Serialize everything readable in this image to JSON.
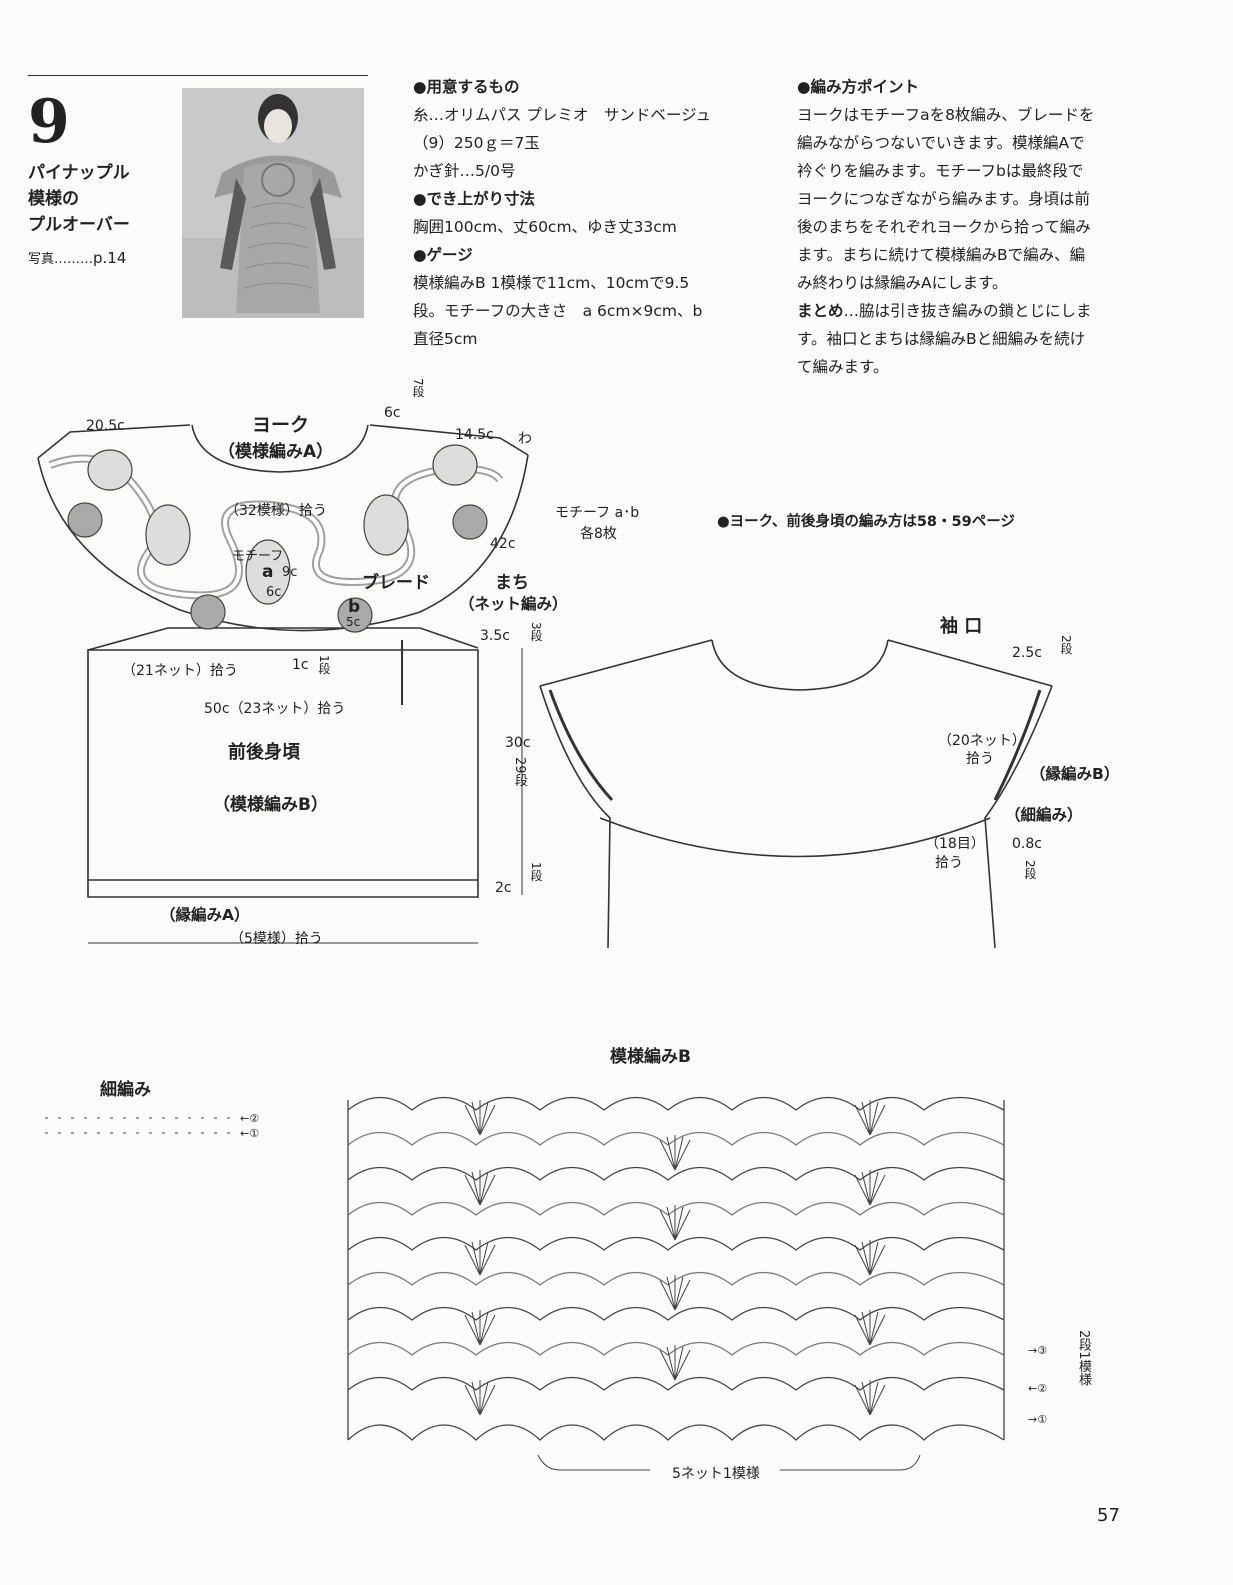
{
  "header": {
    "number": "9",
    "title_lines": [
      "パイナップル",
      "模様の",
      "プルオーバー"
    ],
    "photo_ref_label": "写真………",
    "photo_ref_page": "p.14"
  },
  "materials": {
    "heading": "●用意するもの",
    "yarn": "糸…オリムパス プレミオ　サンドベージュ",
    "yarn_amount": "（9）250ｇ＝7玉",
    "hook": "かぎ針…5/0号",
    "size_heading": "●でき上がり寸法",
    "size": "胸囲100cm、丈60cm、ゆき丈33cm",
    "gauge_heading": "●ゲージ",
    "gauge_1": "模様編みB 1模様で11cm、10cmで9.5",
    "gauge_2": "段。モチーフの大きさ　a 6cm×9cm、b",
    "gauge_3": "直径5cm"
  },
  "points": {
    "heading": "●編み方ポイント",
    "lines": [
      "ヨークはモチーフaを8枚編み、ブレードを",
      "編みながらつないでいきます。模様編Aで",
      "衿ぐりを編みます。モチーフbは最終段で",
      "ヨークにつなぎながら編みます。身頃は前",
      "後のまちをそれぞれヨークから拾って編み",
      "ます。まちに続けて模様編みBで編み、編",
      "み終わりは縁編みAにします。"
    ],
    "finish_label": "まとめ",
    "finish_lines": [
      "…脇は引き抜き編みの鎖とじにしま",
      "す。袖口とまちは縁編みBと細編みを続け",
      "て編みます。"
    ]
  },
  "yoke": {
    "title": "ヨーク",
    "subtitle": "（模様編みA）",
    "m_20_5": "20.5c",
    "m_6": "6c",
    "rows_7": "7段",
    "m_14_5": "14.5c",
    "wa": "わ",
    "pick_32": "（32模様）拾う",
    "m_42": "42c",
    "motif_label": "モチーフ",
    "motif_a": "a",
    "m_9": "9c",
    "m_6b": "6c",
    "braid": "ブレード",
    "motif_b": "b",
    "m_5": "5c",
    "motif_count_1": "モチーフ a･b",
    "motif_count_2": "各8枚",
    "note": "●ヨーク、前後身頃の編み方は58・59ページ"
  },
  "body": {
    "machi": "まち",
    "machi_sub": "（ネット編み）",
    "m_3_5": "3.5c",
    "rows_3": "3段",
    "pick_21": "（21ネット）拾う",
    "m_1": "1c",
    "rows_1": "1段",
    "pick_50": "50c（23ネット）拾う",
    "title": "前後身頃",
    "subtitle": "（模様編みB）",
    "m_30": "30c",
    "rows_29": "29段",
    "m_2": "2c",
    "rows_1b": "1段",
    "edge": "（縁編みA）",
    "pick_5": "（5模様）拾う"
  },
  "sleeve": {
    "title": "袖 口",
    "m_2_5": "2.5c",
    "rows_2": "2段",
    "pick_20_1": "（20ネット）",
    "pick_20_2": "拾う",
    "edge_b": "（縁編みB）",
    "sc": "（細編み）",
    "pick_18_1": "（18目）",
    "pick_18_2": "拾う",
    "m_0_8": "0.8c",
    "rows_2b": "2段"
  },
  "chart_sc": {
    "title": "細編み",
    "row2": "←②",
    "row1": "←①"
  },
  "chart_b": {
    "title": "模様編みB",
    "row3": "→③",
    "row2": "←②",
    "row1": "→①",
    "repeat_rows": "2段1模様",
    "repeat_net": "5ネット1模様"
  },
  "page_number": "57"
}
